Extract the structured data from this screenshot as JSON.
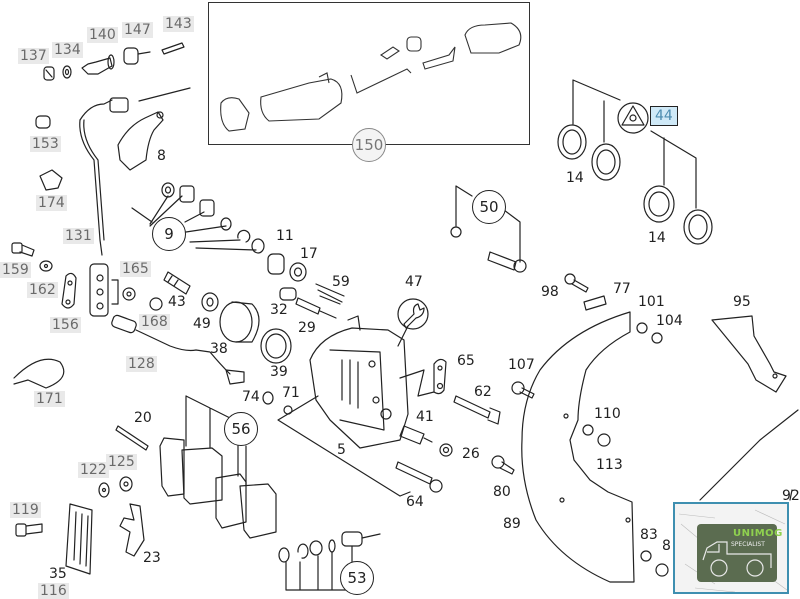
{
  "diagram": {
    "title": "Brake caliper exploded parts diagram",
    "highlight_color": "#cfe9f7",
    "highlighted_part": "44",
    "labels": {
      "p137": "137",
      "p134": "134",
      "p140": "140",
      "p147": "147",
      "p143": "143",
      "p153": "153",
      "p174": "174",
      "p131": "131",
      "p159": "159",
      "p162": "162",
      "p156": "156",
      "p165": "165",
      "p168": "168",
      "p128": "128",
      "p171": "171",
      "p122": "122",
      "p125": "125",
      "p119": "119",
      "p116": "116",
      "p8": "8",
      "p11": "11",
      "p17": "17",
      "p43": "43",
      "p49": "49",
      "p38": "38",
      "p32": "32",
      "p59": "59",
      "p29": "29",
      "p39": "39",
      "p74": "74",
      "p71": "71",
      "p47": "47",
      "p65": "65",
      "p62": "62",
      "p41": "41",
      "p26": "26",
      "p5": "5",
      "p64": "64",
      "p20": "20",
      "p23": "23",
      "p35": "35",
      "p14a": "14",
      "p14b": "14",
      "p44": "44",
      "p98": "98",
      "p77": "77",
      "p101": "101",
      "p104": "104",
      "p95": "95",
      "p107": "107",
      "p110": "110",
      "p113": "113",
      "p80": "80",
      "p89": "89",
      "p83": "83",
      "p8b": "8",
      "p92": "92"
    },
    "circled": {
      "c150": "150",
      "c9": "9",
      "c50": "50",
      "c56": "56",
      "c53": "53"
    }
  },
  "watermark": {
    "line1": "UNIMOG",
    "line2": "SPECIALIST",
    "brand_color": "#8fd14f",
    "badge_color": "#5b6c50",
    "frame_color": "#3e8fb0"
  }
}
